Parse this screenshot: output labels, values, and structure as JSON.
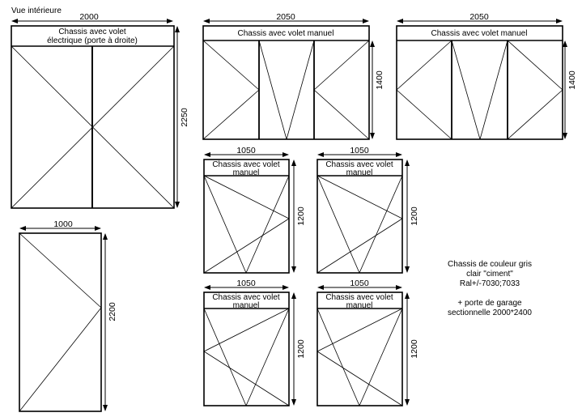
{
  "title": "Vue intérieure",
  "colors": {
    "line": "#000000",
    "background": "#ffffff"
  },
  "windows": {
    "porte_fenetre": {
      "label_line1": "Chassis avec volet",
      "label_line2": "électrique (porte à droite)",
      "width": "2000",
      "height": "2250"
    },
    "chassis_a": {
      "label": "Chassis avec volet manuel",
      "width": "2050",
      "height": "1400"
    },
    "chassis_b": {
      "label": "Chassis avec volet manuel",
      "width": "2050",
      "height": "1400"
    },
    "fenetre_1": {
      "label_line1": "Chassis avec volet",
      "label_line2": "manuel",
      "width": "1050",
      "height": "1200"
    },
    "fenetre_2": {
      "label_line1": "Chassis avec volet",
      "label_line2": "manuel",
      "width": "1050",
      "height": "1200"
    },
    "fenetre_3": {
      "label_line1": "Chassis avec volet",
      "label_line2": "manuel",
      "width": "1050",
      "height": "1200"
    },
    "fenetre_4": {
      "label_line1": "Chassis avec volet",
      "label_line2": "manuel",
      "width": "1050",
      "height": "1200"
    },
    "porte": {
      "width": "1000",
      "height": "2200"
    }
  },
  "notes": {
    "line1": "Chassis de couleur gris",
    "line2": "clair \"ciment\"",
    "line3": "Ral+/-7030;7033",
    "line4": "+ porte de garage",
    "line5": "sectionnelle 2000*2400"
  }
}
